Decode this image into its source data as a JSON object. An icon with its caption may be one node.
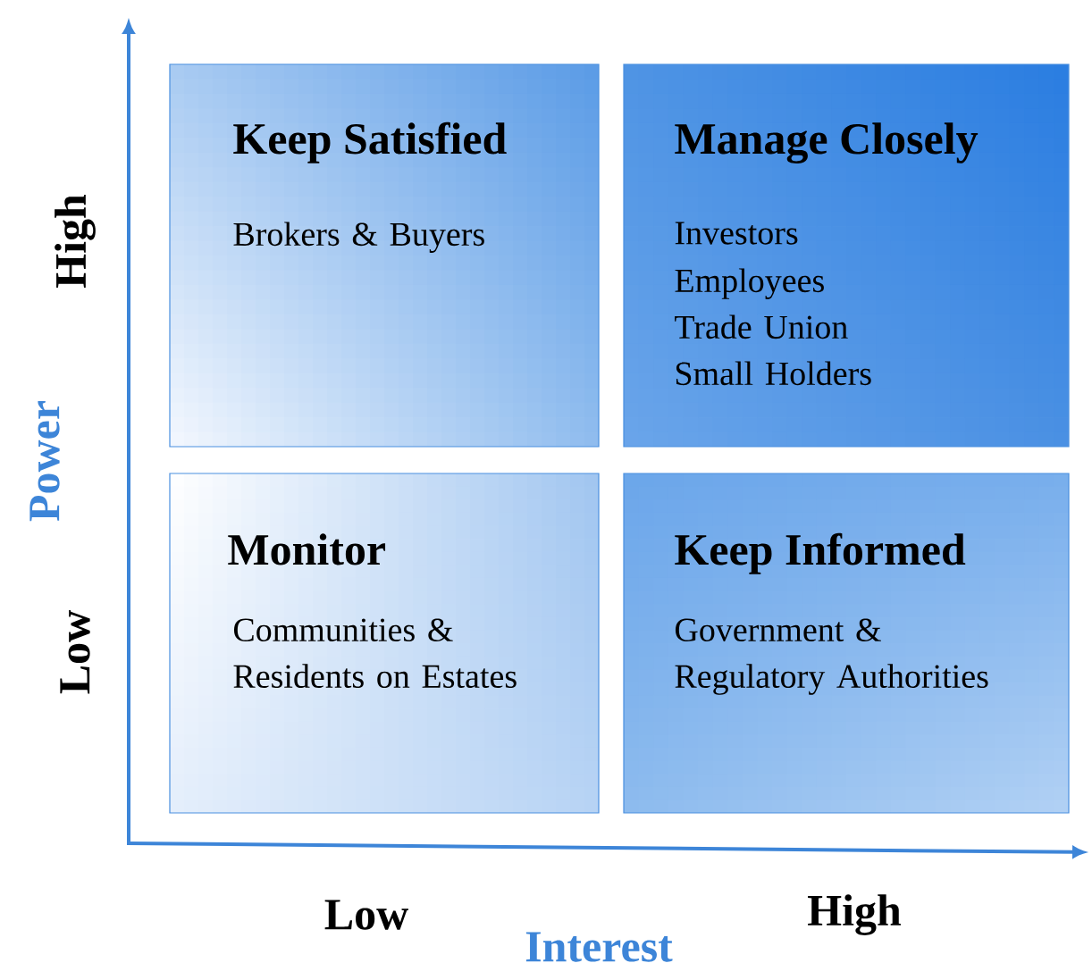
{
  "diagram": {
    "nodes": [
      {
        "text": [
          "Keep Satisfied",
          "Brokers & Buyers"
        ]
      },
      {
        "text": [
          "Manage Closely",
          "Investors",
          "Employees",
          "Trade Union",
          "Small Holders"
        ]
      },
      {
        "text": [
          "Monitor",
          "Communities & Residents on Estates"
        ]
      },
      {
        "text": [
          "Keep Informed",
          "Government & Regulatory Authorities"
        ]
      }
    ],
    "labels": [
      "High",
      "Power",
      "Low",
      "Low",
      "Interest",
      "High"
    ]
  }
}
